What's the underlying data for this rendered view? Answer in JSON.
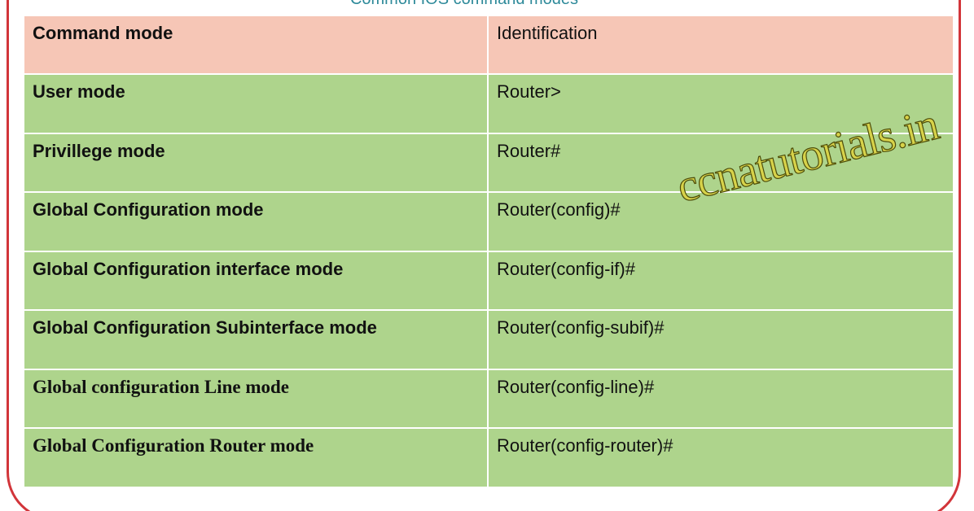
{
  "caption": "Common IOS command modes",
  "table": {
    "headers": [
      "Command mode",
      "Identification"
    ],
    "rows": [
      {
        "mode": "User mode",
        "identification": "Router>"
      },
      {
        "mode": "Privillege mode",
        "identification": "Router#"
      },
      {
        "mode": "Global Configuration mode",
        "identification": "Router(config)#"
      },
      {
        "mode": "Global Configuration interface mode",
        "identification": "Router(config-if)#"
      },
      {
        "mode": "Global Configuration Subinterface mode",
        "identification": "Router(config-subif)#"
      },
      {
        "mode": "Global configuration Line mode",
        "identification": "Router(config-line)#"
      },
      {
        "mode": "Global Configuration Router mode",
        "identification": "Router(config-router)#"
      }
    ]
  },
  "watermark": "ccnatutorials.in",
  "colors": {
    "header_bg": "#f6c6b6",
    "row_bg": "#aed48c",
    "frame_border": "#d2353a",
    "caption": "#2e8a9a",
    "watermark": "#d7d24a"
  }
}
